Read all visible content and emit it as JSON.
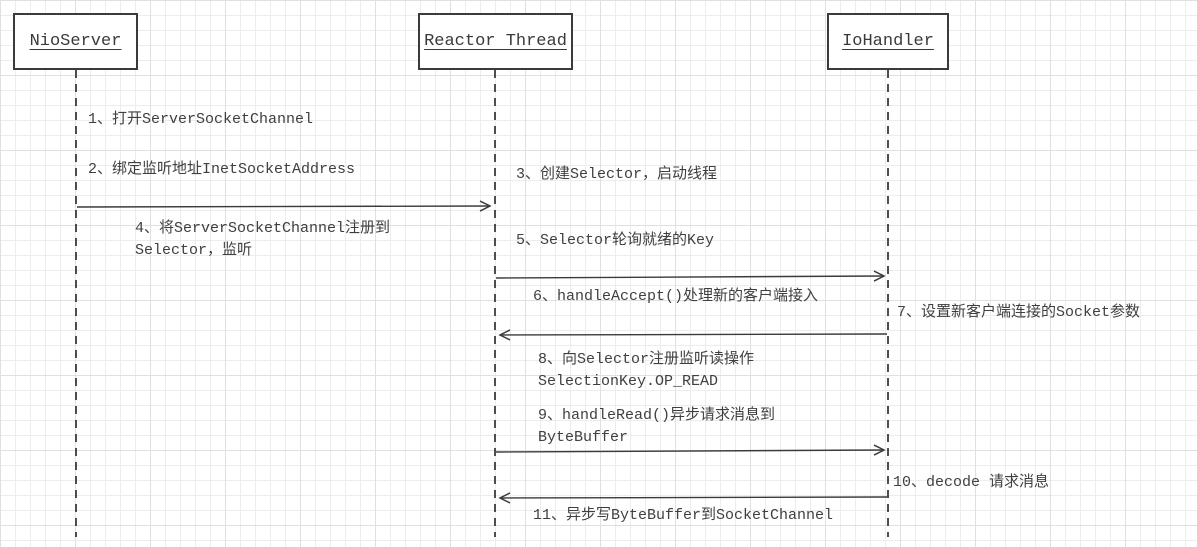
{
  "diagram": {
    "title": "NIO server reactor sequence diagram",
    "colors": {
      "ink": "#3b3b3b",
      "text": "#3f3f3f",
      "grid_minor": "#ededed",
      "grid_major": "#e0e0e0",
      "background": "#ffffff",
      "box_fill": "#ffffff"
    },
    "actors": [
      {
        "label": "NioServer"
      },
      {
        "label": "Reactor Thread"
      },
      {
        "label": "IoHandler"
      }
    ],
    "messages": [
      {
        "lines": [
          "1、打开ServerSocketChannel"
        ]
      },
      {
        "lines": [
          "2、绑定监听地址InetSocketAddress"
        ]
      },
      {
        "lines": [
          "3、创建Selector，启动线程"
        ]
      },
      {
        "lines": [
          "4、将ServerSocketChannel注册到",
          "Selector，监听"
        ]
      },
      {
        "lines": [
          "5、Selector轮询就绪的Key"
        ]
      },
      {
        "lines": [
          "6、handleAccept()处理新的客户端接入"
        ]
      },
      {
        "lines": [
          "7、设置新客户端连接的Socket参数"
        ]
      },
      {
        "lines": [
          "8、向Selector注册监听读操作",
          "SelectionKey.OP_READ"
        ]
      },
      {
        "lines": [
          "9、handleRead()异步请求消息到",
          "ByteBuffer"
        ]
      },
      {
        "lines": [
          "10、decode 请求消息"
        ]
      },
      {
        "lines": [
          "11、异步写ByteBuffer到SocketChannel"
        ]
      }
    ],
    "arrows": [
      {
        "from": "NioServer",
        "to": "Reactor Thread"
      },
      {
        "from": "Reactor Thread",
        "to": "IoHandler"
      },
      {
        "from": "IoHandler",
        "to": "Reactor Thread"
      },
      {
        "from": "Reactor Thread",
        "to": "IoHandler"
      },
      {
        "from": "IoHandler",
        "to": "Reactor Thread"
      }
    ]
  }
}
